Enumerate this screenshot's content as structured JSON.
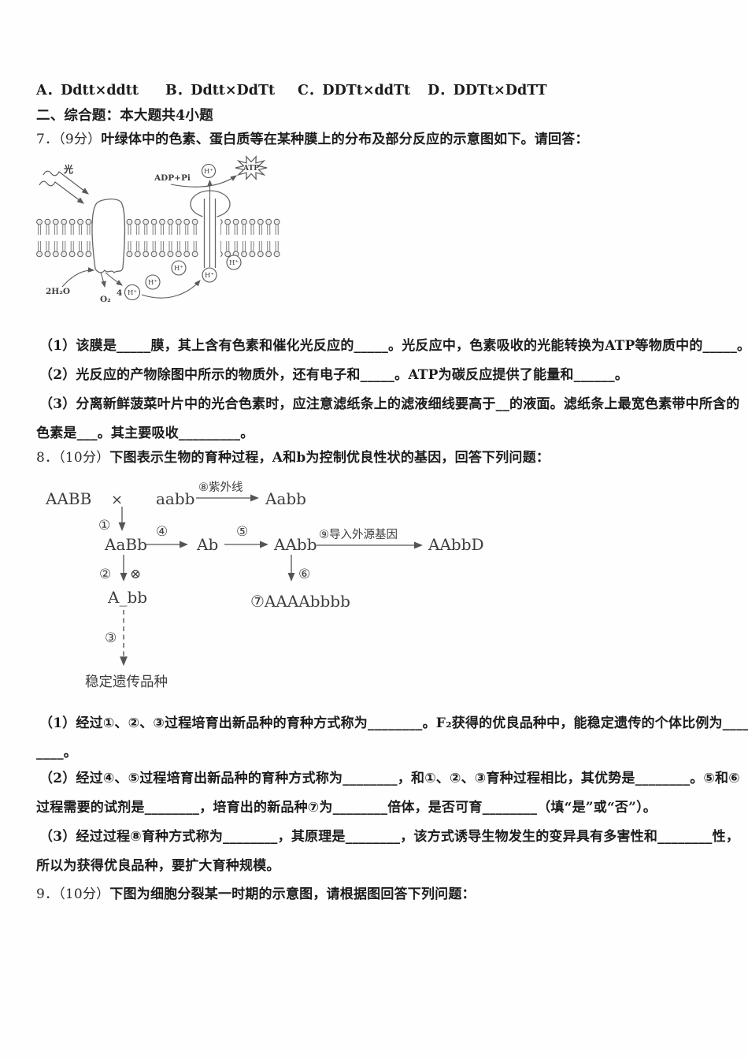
{
  "colors": {
    "ink": "#1c1c1c",
    "diagram_stroke": "#5a5a5a",
    "diagram_text": "#3d3d3d"
  },
  "options_row": {
    "a": "A．Ddtt×ddtt",
    "b": "B．Ddtt×DdTt",
    "c": "C．DDTt×ddTt",
    "d": "D．DDTt×DdTT"
  },
  "section_header": "二、综合题：本大题共4小题",
  "q7": {
    "number": "7．（9分）",
    "intro": "叶绿体中的色素、蛋白质等在某种膜上的分布及部分反应的示意图如下。请回答：",
    "diagram": {
      "light": "光",
      "adp": "ADP+Pi",
      "atp": "ATP",
      "h": "H⁺",
      "water": "2H₂O",
      "oxygen": "O₂",
      "four": "4"
    },
    "p1": "（1）该膜是_____膜，其上含有色素和催化光反应的_____。光反应中，色素吸收的光能转换为ATP等物质中的_____。",
    "p2": "（2）光反应的产物除图中所示的物质外，还有电子和_____。ATP为碳反应提供了能量和______。",
    "p3a": "（3）分离新鲜菠菜叶片中的光合色素时，应注意滤纸条上的滤液细线要高于__的液面。滤纸条上最宽色素带中所含的",
    "p3b": "色素是___。其主要吸收_________。"
  },
  "q8": {
    "number": "8．（10分）",
    "intro": "下图表示生物的育种过程，A和b为控制优良性状的基因，回答下列问题：",
    "diagram": {
      "parent1": "AABB",
      "cross": "×",
      "parent2": "aabb",
      "step8_label": "⑧紫外线",
      "mutant": "Aabb",
      "step1": "①",
      "f1": "AaBb",
      "step4": "④",
      "gamete": "Ab",
      "step5": "⑤",
      "diploid": "AAbb",
      "step9_label": "⑨导入外源基因",
      "transgenic": "AAbbD",
      "step2": "②",
      "selfing": "⊗",
      "f2": "A_bb",
      "step6": "⑥",
      "step7_result": "⑦AAAAbbbb",
      "step3": "③",
      "stable": "稳定遗传品种"
    },
    "p1a": "（1）经过①、②、③过程培育出新品种的育种方式称为________。F₂获得的优良品种中，能稳定遗传的个体比例为____",
    "p1b": "____。",
    "p2a": "（2）经过④、⑤过程培育出新品种的育种方式称为________，和①、②、③育种过程相比，其优势是________。⑤和⑥",
    "p2b": "过程需要的试剂是________，培育出的新品种⑦为________倍体，是否可育________（填“是”或“否”）。",
    "p3a": "（3）经过过程⑧育种方式称为________，其原理是________，该方式诱导生物发生的变异具有多害性和________性，",
    "p3b": "所以为获得优良品种，要扩大育种规模。"
  },
  "q9": {
    "number": "9．（10分）",
    "intro": "下图为细胞分裂某一时期的示意图，请根据图回答下列问题："
  }
}
